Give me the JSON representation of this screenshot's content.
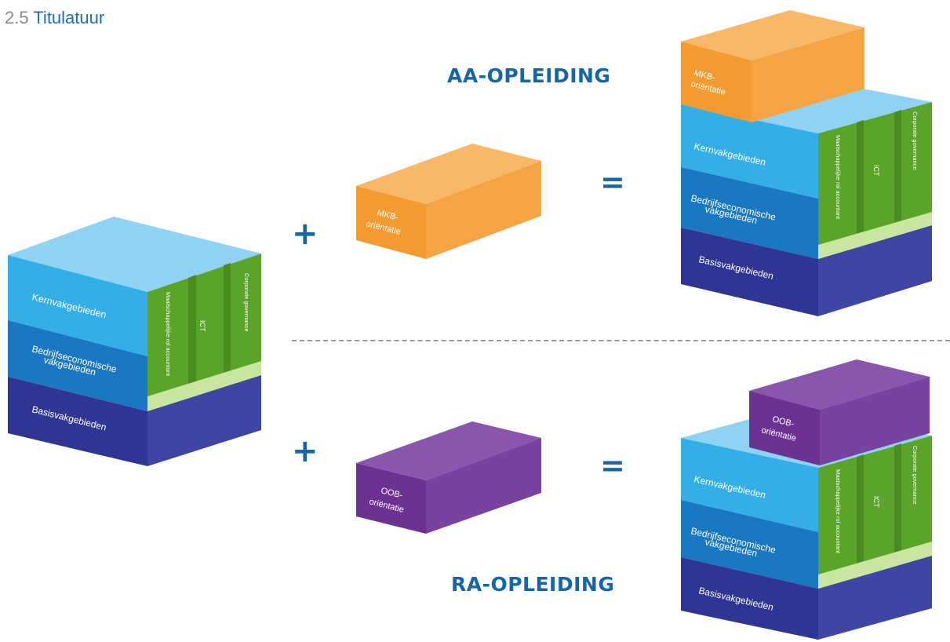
{
  "heading": {
    "number": "2.5",
    "title": "Titulatuur"
  },
  "labels": {
    "aa": "AA-OPLEIDING",
    "ra": "RA-OPLEIDING"
  },
  "operators": {
    "plus": "+",
    "equals": "="
  },
  "cube": {
    "layers": [
      "Kernvakgebieden",
      "Bedrijfseconomische",
      "vakgebieden",
      "Basisvakgebieden"
    ],
    "columns": [
      "Maatschappelijke rol accountant",
      "ICT",
      "Corporate governance"
    ]
  },
  "blocks": {
    "mkb": [
      "MKB-",
      "oriëntatie"
    ],
    "oob": [
      "OOB-",
      "oriëntatie"
    ]
  },
  "colors": {
    "light_blue": "#34aee6",
    "mid_blue": "#1a78c2",
    "dark_blue": "#2e3592",
    "green": "#6db531",
    "orange": "#f39a31",
    "purple": "#743d98",
    "accent": "#1565ad"
  }
}
